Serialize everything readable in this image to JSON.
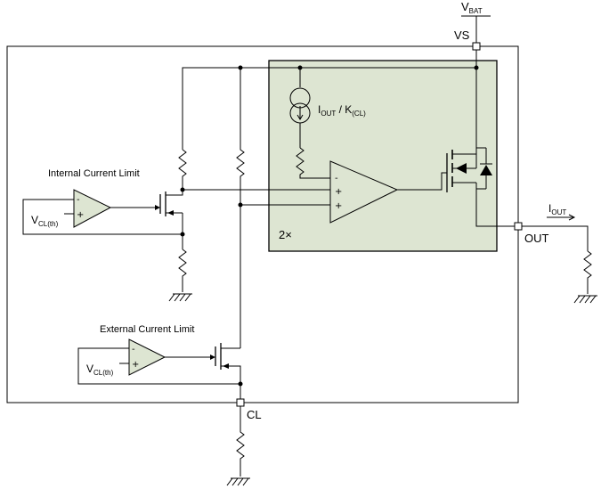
{
  "supply": {
    "main": "V",
    "sub": "BAT"
  },
  "pins": {
    "vs": "VS",
    "out": "OUT",
    "cl": "CL"
  },
  "current_source": {
    "main1": "I",
    "sub1": "OUT",
    "mid": " / K",
    "sub2": "(CL)"
  },
  "multiplier": "2×",
  "output_current": {
    "main": "I",
    "sub": "OUT"
  },
  "internal_limit": {
    "title": "Internal Current Limit",
    "ref_main": "V",
    "ref_sub": "CL(th)",
    "minus": "-",
    "plus": "+"
  },
  "external_limit": {
    "title": "External Current Limit",
    "ref_main": "V",
    "ref_sub": "CL(th)",
    "minus": "-",
    "plus": "+"
  },
  "comparator": {
    "minus": "-",
    "plus1": "+",
    "plus2": "+"
  },
  "colors": {
    "highlight_block": "#dde5d2",
    "wire": "#000000",
    "background": "#ffffff"
  }
}
